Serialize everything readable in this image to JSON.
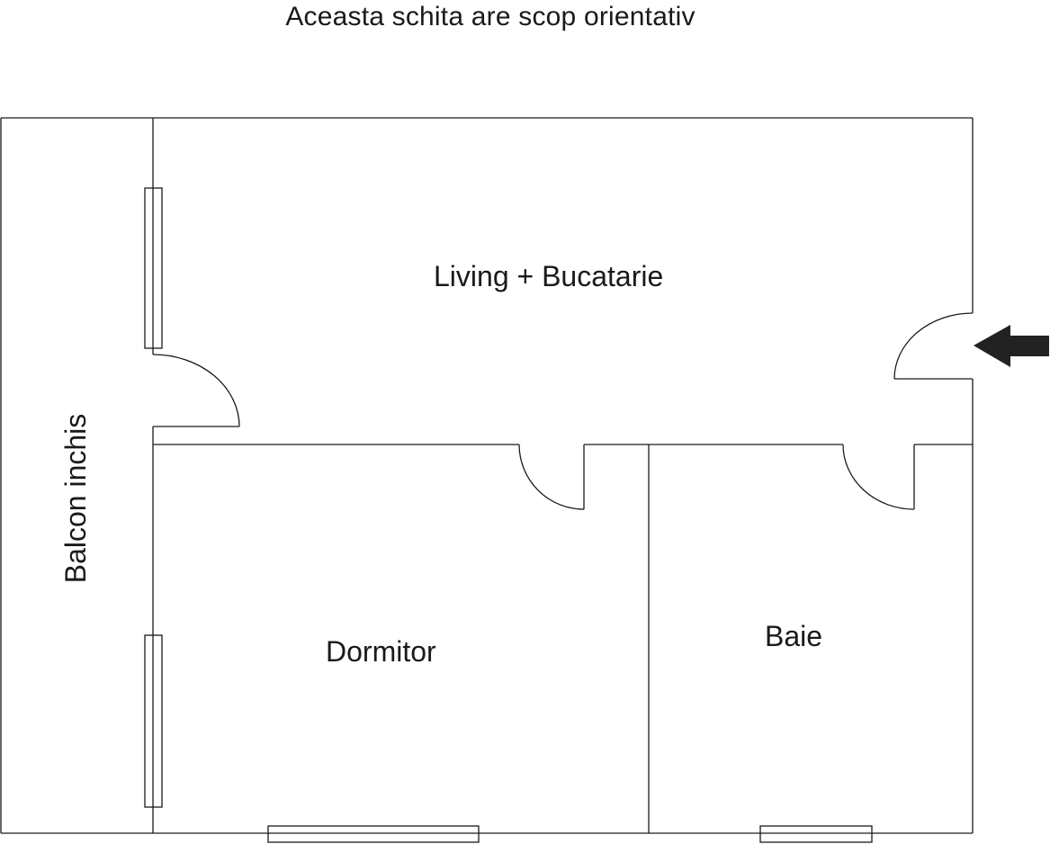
{
  "title": "Aceasta schita are scop orientativ",
  "rooms": {
    "living": "Living + Bucatarie",
    "dormitor": "Dormitor",
    "baie": "Baie",
    "balcon": "Balcon inchis"
  },
  "colors": {
    "line": "#1a1a1a",
    "arrow": "#222222",
    "background": "#ffffff"
  }
}
